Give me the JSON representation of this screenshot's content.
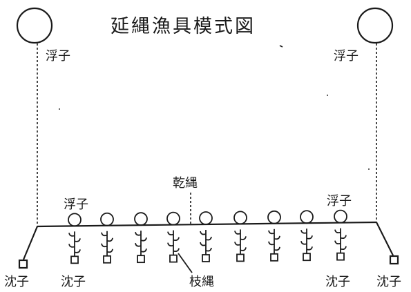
{
  "title": "延縄漁具模式図",
  "labels": {
    "float_left": "浮子",
    "float_right": "浮子",
    "float_small_left": "浮子",
    "float_small_right": "浮子",
    "mainline": "乾縄",
    "branchline": "枝縄",
    "sinker_1": "沈子",
    "sinker_2": "沈子",
    "sinker_3": "沈子",
    "sinker_4": "沈子"
  }
}
